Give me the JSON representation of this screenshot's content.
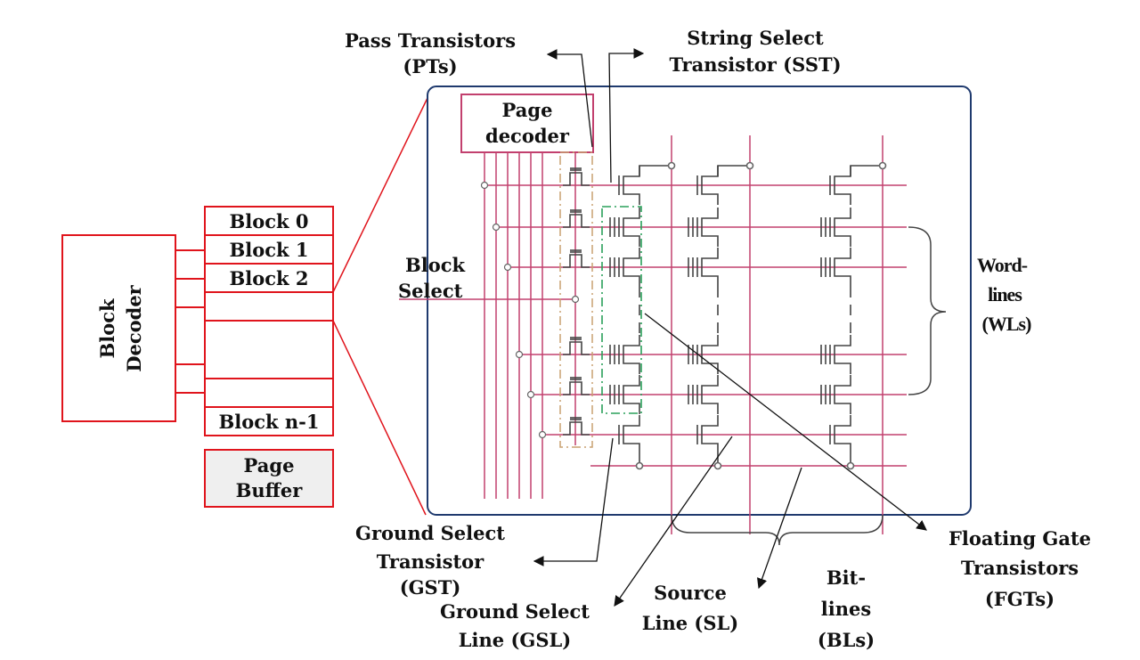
{
  "colors": {
    "block_red": "#e0141c",
    "wire_pink": "#c2406e",
    "array_border": "#1f3a6e",
    "transistor": "#444444",
    "pass_box": "#c8a070",
    "cell_box": "#2aa05a",
    "arrow": "#111111",
    "page_buffer_fill": "#efefef"
  },
  "left": {
    "block_decoder": [
      "Block",
      "Decoder"
    ],
    "blocks": [
      "Block 0",
      "Block 1",
      "Block 2",
      "",
      "",
      "",
      "Block n-1"
    ],
    "page_buffer": [
      "Page",
      "Buffer"
    ]
  },
  "array": {
    "page_decoder": [
      "Page",
      "decoder"
    ],
    "block_select": [
      "Block",
      "Select"
    ]
  },
  "annotations": {
    "pass_transistors": [
      "Pass Transistors",
      "(PTs)"
    ],
    "sst": [
      "String Select",
      "Transistor (SST)"
    ],
    "word_lines": [
      "Word-",
      "lines",
      "(WLs)"
    ],
    "gst": [
      "Ground Select",
      "Transistor",
      "(GST)"
    ],
    "gsl": [
      "Ground Select",
      "Line (GSL)"
    ],
    "source_line": [
      "Source",
      "Line (SL)"
    ],
    "bit_lines": [
      "Bit-",
      "lines",
      "(BLs)"
    ],
    "fgt": [
      "Floating Gate",
      "Transistors",
      "(FGTs)"
    ]
  }
}
